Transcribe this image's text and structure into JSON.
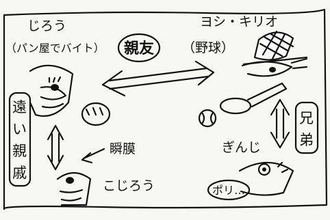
{
  "characters": {
    "jirou": {
      "name": "じろう",
      "note": "（パン屋でバイト）"
    },
    "yoshi": {
      "name": "ヨシ・キリオ",
      "note": "（野球）"
    },
    "ginji": {
      "name": "ぎんじ",
      "speech": "ポリ…"
    },
    "kojirou": {
      "name": "こじろう"
    }
  },
  "relations": {
    "shinyu": "親友",
    "toi_shinseki": [
      "遠",
      "い",
      "親",
      "戚"
    ],
    "kyodai": [
      "兄",
      "弟"
    ],
    "shunmaku": "瞬膜"
  }
}
